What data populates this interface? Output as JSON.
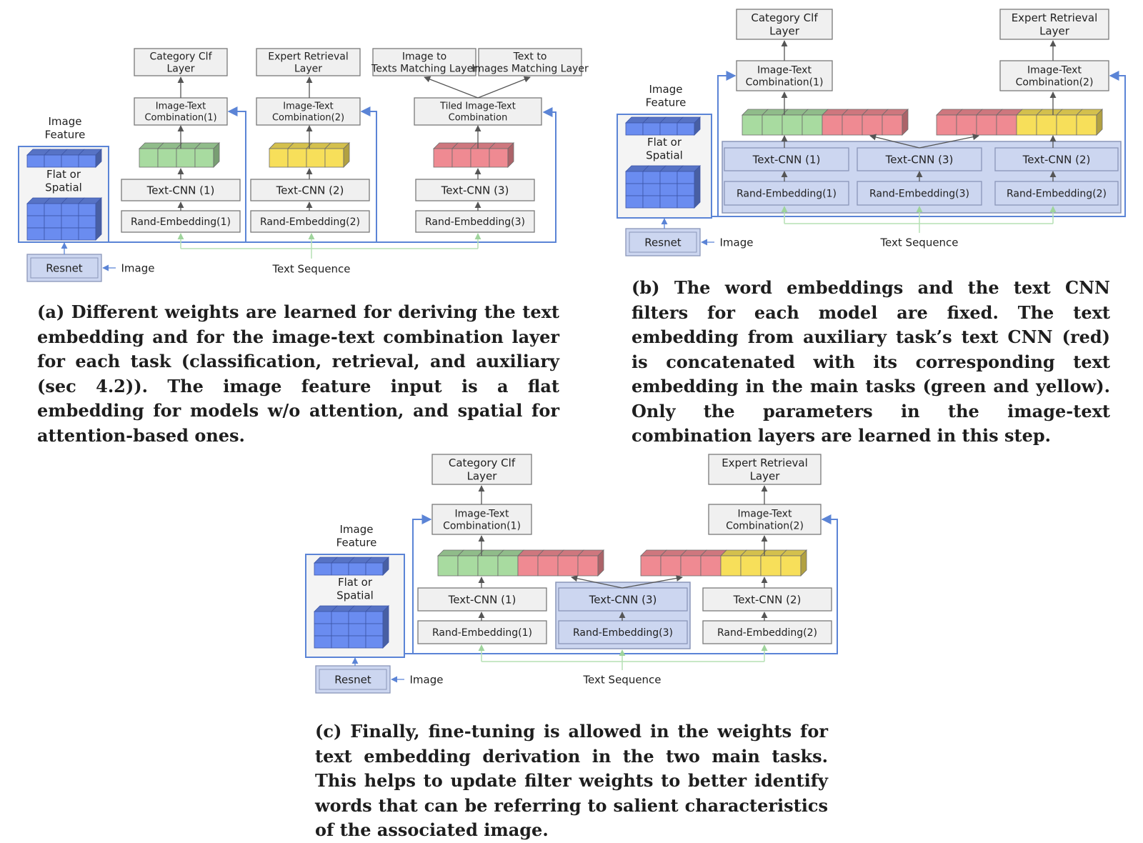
{
  "panel_a": {
    "task1_top": "Category Clf Layer",
    "task2_top": "Expert Retrieval Layer",
    "task3_top_left": "Image to Texts Matching Layer",
    "task3_top_right": "Text to Images Matching Layer",
    "comb1": "Image-Text Combination(1)",
    "comb2": "Image-Text Combination(2)",
    "comb3": "Tiled Image-Text Combination",
    "cnn1": "Text-CNN (1)",
    "cnn2": "Text-CNN (2)",
    "cnn3": "Text-CNN (3)",
    "emb1": "Rand-Embedding(1)",
    "emb2": "Rand-Embedding(2)",
    "emb3": "Rand-Embedding(3)",
    "image_feature": "Image Feature",
    "flat_or_spatial": "Flat or Spatial",
    "resnet": "Resnet",
    "image": "Image",
    "text_sequence": "Text Sequence"
  },
  "panel_b": {
    "task1_top": "Category Clf Layer",
    "task2_top": "Expert Retrieval Layer",
    "comb1": "Image-Text Combination(1)",
    "comb2": "Image-Text Combination(2)",
    "cnn1": "Text-CNN (1)",
    "cnn3": "Text-CNN (3)",
    "cnn2": "Text-CNN (2)",
    "emb1": "Rand-Embedding(1)",
    "emb3": "Rand-Embedding(3)",
    "emb2": "Rand-Embedding(2)",
    "image_feature": "Image Feature",
    "flat_or_spatial": "Flat or Spatial",
    "resnet": "Resnet",
    "image": "Image",
    "text_sequence": "Text Sequence"
  },
  "panel_c": {
    "task1_top": "Category Clf Layer",
    "task2_top": "Expert Retrieval Layer",
    "comb1": "Image-Text Combination(1)",
    "comb2": "Image-Text Combination(2)",
    "cnn1": "Text-CNN (1)",
    "cnn3": "Text-CNN (3)",
    "cnn2": "Text-CNN (2)",
    "emb1": "Rand-Embedding(1)",
    "emb3": "Rand-Embedding(3)",
    "emb2": "Rand-Embedding(2)",
    "image_feature": "Image Feature",
    "flat_or_spatial": "Flat or Spatial",
    "resnet": "Resnet",
    "image": "Image",
    "text_sequence": "Text Sequence"
  },
  "captions": {
    "a": "(a) Different weights are learned for deriving the text em­bedding and for the image-text combination layer for each task (classification, retrieval, and auxiliary (sec 4.2)). The image feature input is a flat embedding for models w/o at­tention, and spatial for attention-based ones.",
    "b": "(b) The word embeddings and the text CNN filters for each model are fixed. The text embedding from auxil­iary task’s text CNN (red) is concatenated with its cor­responding text embedding in the main tasks (green and yellow). Only the parameters in the image-text combination layers are learned in this step.",
    "c": "(c) Finally, fine-tuning is allowed in the weights for text embedding derivation in the two main tasks. This helps to update filter weights to better identify words that can be referring to salient characteristics of the associated image."
  },
  "colors": {
    "green": "#a8dba0",
    "yellow": "#f7df5a",
    "red": "#ef8a92",
    "blue": "#6a8cf0",
    "frame_blue": "#5b84d6",
    "light_blue": "#ccd6f0",
    "box_gray": "#f0f0f0",
    "box_stroke": "#7a7a7a",
    "text_seq_green": "#b6e0b4"
  }
}
